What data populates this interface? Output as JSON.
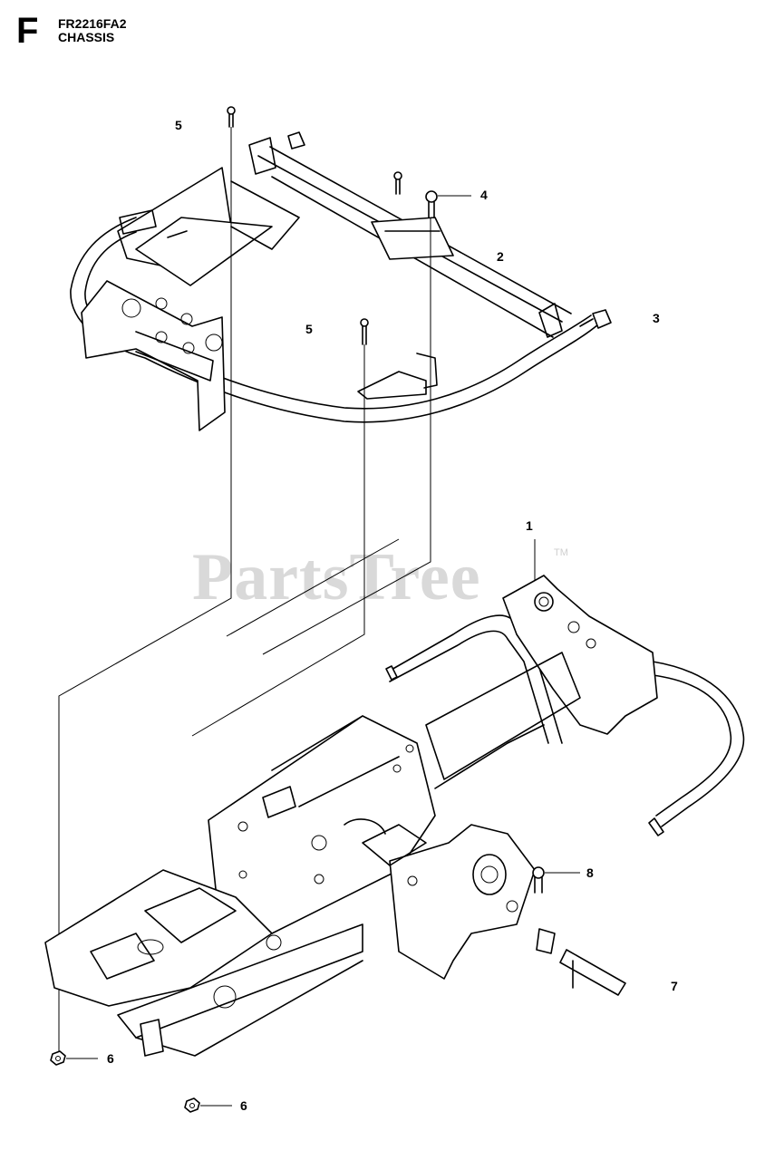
{
  "header": {
    "section_letter": "F",
    "model": "FR2216FA2",
    "title": "CHASSIS"
  },
  "watermark": {
    "text": "PartsTree",
    "trademark": "TM"
  },
  "callouts": [
    {
      "id": "callout-5-top",
      "label": "5"
    },
    {
      "id": "callout-4",
      "label": "4"
    },
    {
      "id": "callout-2",
      "label": "2"
    },
    {
      "id": "callout-3",
      "label": "3"
    },
    {
      "id": "callout-5-mid",
      "label": "5"
    },
    {
      "id": "callout-1",
      "label": "1"
    },
    {
      "id": "callout-8",
      "label": "8"
    },
    {
      "id": "callout-7",
      "label": "7"
    },
    {
      "id": "callout-6-upper",
      "label": "6"
    },
    {
      "id": "callout-6-lower",
      "label": "6"
    }
  ],
  "colors": {
    "line": "#000000",
    "background": "#ffffff",
    "watermark": "#d9d9d9"
  }
}
